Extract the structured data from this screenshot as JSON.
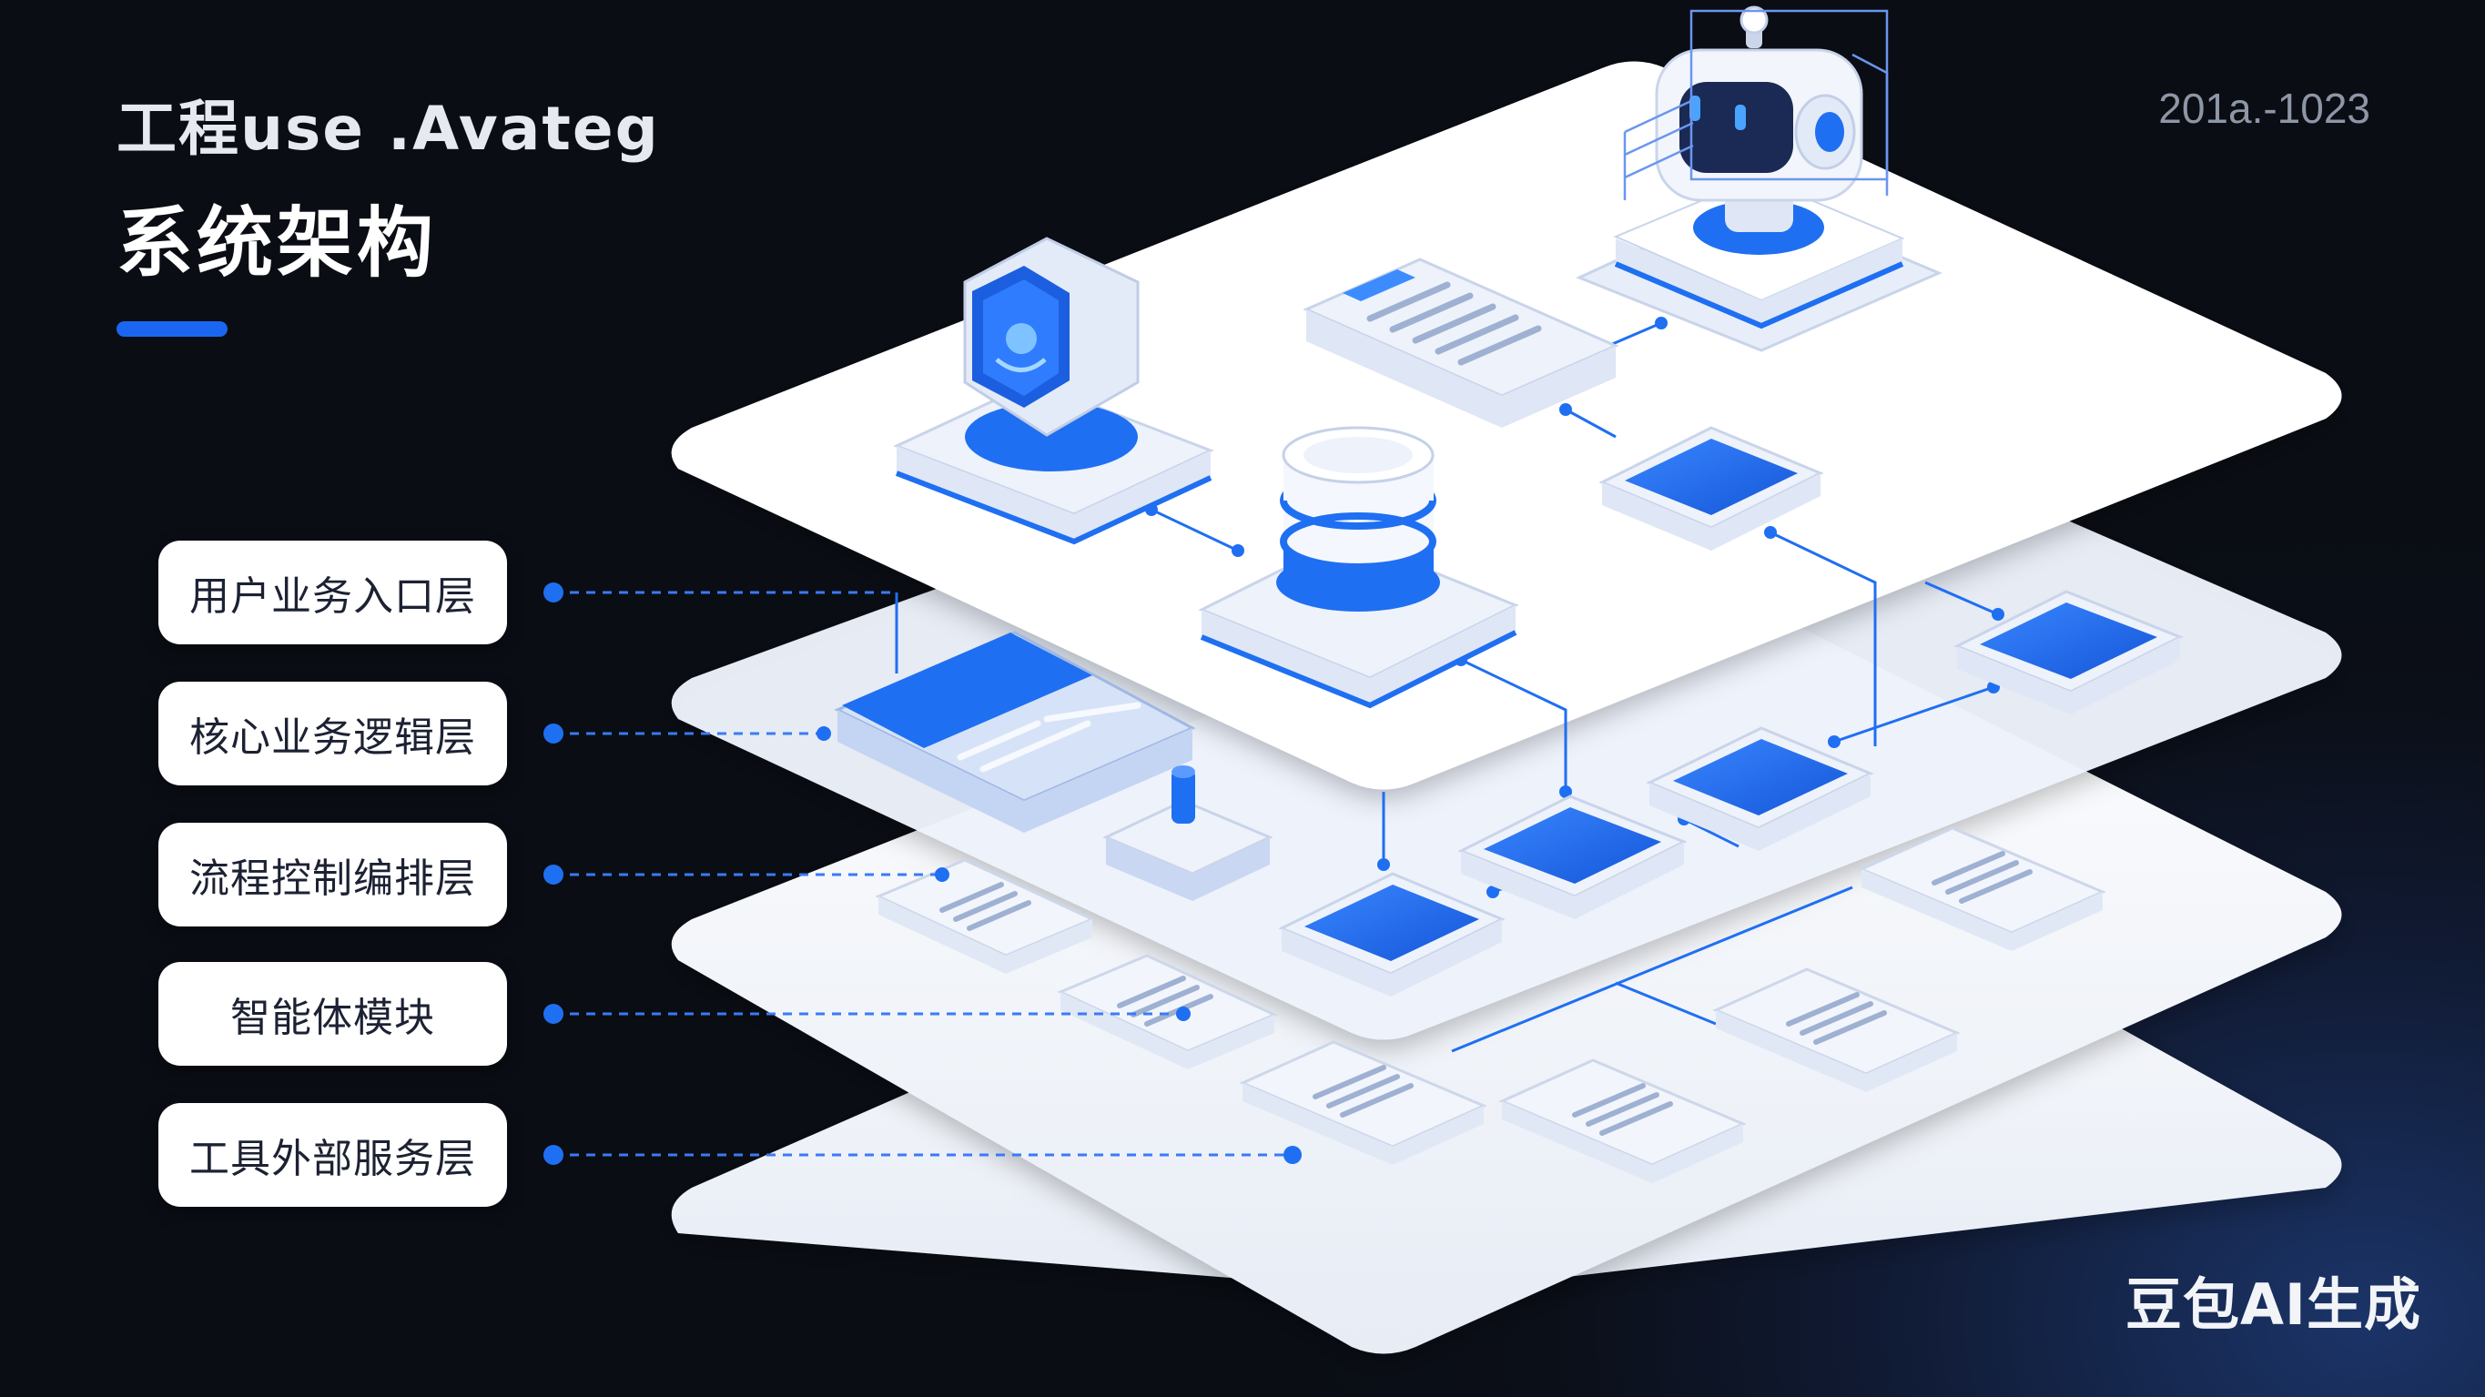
{
  "header": {
    "title_line1": "工程use .Avateg",
    "title_line2": "系统架构",
    "date": "201a.-1023"
  },
  "layers": [
    {
      "label": "用户业务入口层"
    },
    {
      "label": "核心业务逻辑层"
    },
    {
      "label": "流程控制编排层"
    },
    {
      "label": "智能体模块"
    },
    {
      "label": "工具外部服务层"
    }
  ],
  "icons": [
    "robot-icon",
    "shield-icon",
    "database-icon",
    "document-icon",
    "toggle-icon"
  ],
  "colors": {
    "background": "#0a0d14",
    "accent": "#1a66f0",
    "platform": "#ffffff",
    "node_blue": "#1f6ff2"
  },
  "watermark": "豆包AI生成"
}
